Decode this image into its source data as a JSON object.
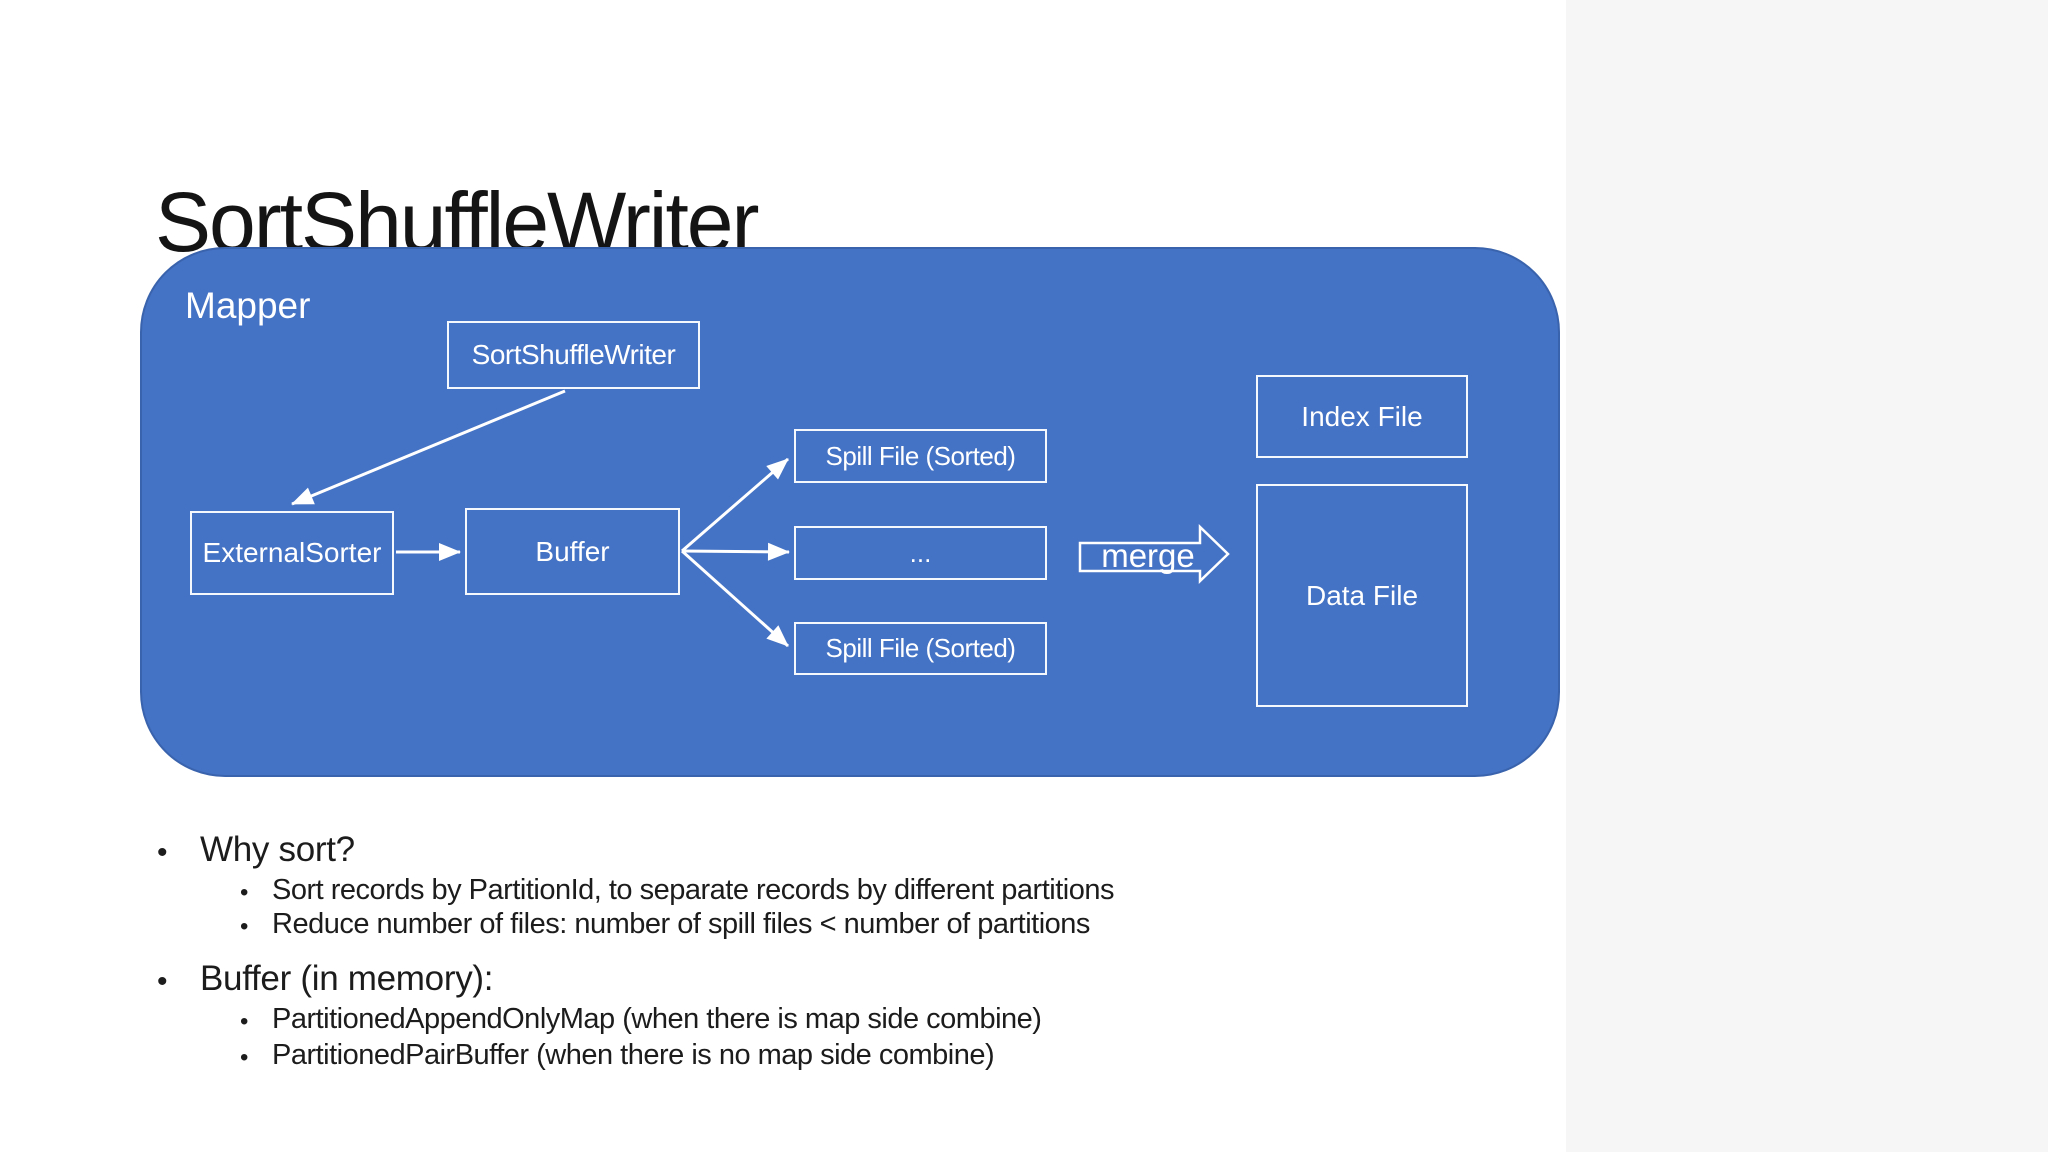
{
  "slide": {
    "title": "SortShuffleWriter",
    "bullet_char": "•",
    "diagram": {
      "container_label": "Mapper",
      "nodes": {
        "sort_shuffle_writer": "SortShuffleWriter",
        "external_sorter": "ExternalSorter",
        "buffer": "Buffer",
        "spill_file_top": "Spill File (Sorted)",
        "spill_file_ellipsis": "...",
        "spill_file_bottom": "Spill File (Sorted)",
        "index_file": "Index File",
        "data_file": "Data File"
      },
      "merge_label": "merge",
      "colors": {
        "panel_blue": "#4472C4",
        "panel_border": "#3A63AD",
        "box_border": "#FFFFFF",
        "diagram_text": "#FFFFFF"
      }
    },
    "bullets": [
      {
        "level": 1,
        "text": "Why sort?"
      },
      {
        "level": 2,
        "text": "Sort records by PartitionId, to separate records by different partitions"
      },
      {
        "level": 2,
        "text": "Reduce number of files: number of spill files < number of partitions"
      },
      {
        "level": 1,
        "text": "Buffer (in memory):"
      },
      {
        "level": 2,
        "text": "PartitionedAppendOnlyMap (when there is map side combine)"
      },
      {
        "level": 2,
        "text": "PartitionedPairBuffer (when there is no map side combine)"
      }
    ],
    "text_color": "#1C1C1C",
    "background": "#FFFFFF"
  }
}
